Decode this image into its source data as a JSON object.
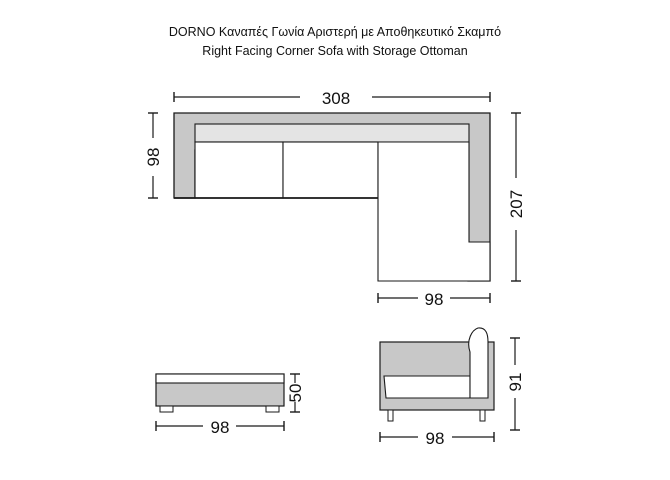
{
  "title": {
    "greek": "DORNO Καναπές Γωνία Αριστερή με Αποθηκευτικό Σκαμπό",
    "english": "Right Facing Corner Sofa with Storage Ottoman"
  },
  "colors": {
    "frame": "#c8c8c8",
    "backrest": "#e2e2e2",
    "seat": "#ffffff",
    "line": "#1a1a1a"
  },
  "dimensions": {
    "sofa_width": "308",
    "sofa_depth": "98",
    "sofa_length": "207",
    "chaise_width": "98",
    "ottoman_width": "98",
    "ottoman_height": "50",
    "side_width": "98",
    "side_height": "91"
  }
}
